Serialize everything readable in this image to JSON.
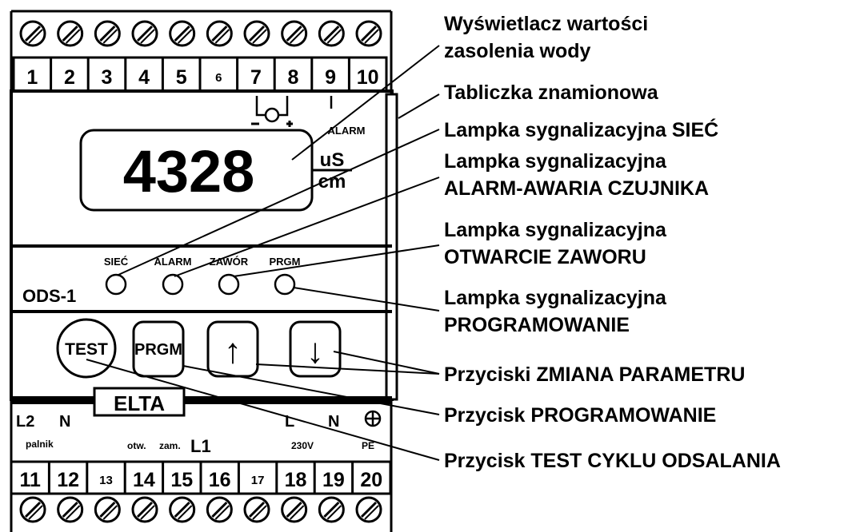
{
  "device": {
    "top_terminals": [
      "1",
      "2",
      "3",
      "4",
      "5",
      "6",
      "7",
      "8",
      "9",
      "10"
    ],
    "bottom_terminals": [
      "11",
      "12",
      "13",
      "14",
      "15",
      "16",
      "17",
      "18",
      "19",
      "20"
    ],
    "display_value": "4328",
    "unit_top": "uS",
    "unit_bottom": "cm",
    "alarm_top_label": "ALARM",
    "model": "ODS-1",
    "led_labels": [
      "SIEĆ",
      "ALARM",
      "ZAWÓR",
      "PRGM"
    ],
    "buttons": {
      "test": "TEST",
      "prgm": "PRGM",
      "up": "↑",
      "down": "↓"
    },
    "brand": "ELTA",
    "bottom_labels": {
      "l2": "L2",
      "n_left": "N",
      "palnik": "palnik",
      "otw": "otw.",
      "zam": "zam.",
      "l1": "L1",
      "l": "L",
      "n_right": "N",
      "v230": "230V",
      "pe": "PE"
    }
  },
  "callouts": [
    {
      "lines": [
        "Wyświetlacz wartości",
        "zasolenia wody"
      ]
    },
    {
      "lines": [
        "Tabliczka znamionowa"
      ]
    },
    {
      "lines": [
        "Lampka sygnalizacyjna SIEĆ"
      ]
    },
    {
      "lines": [
        "Lampka sygnalizacyjna",
        "ALARM-AWARIA CZUJNIKA"
      ]
    },
    {
      "lines": [
        "Lampka sygnalizacyjna",
        "OTWARCIE ZAWORU"
      ]
    },
    {
      "lines": [
        "Lampka sygnalizacyjna",
        "PROGRAMOWANIE"
      ]
    },
    {
      "lines": [
        "Przyciski ZMIANA PARAMETRU"
      ]
    },
    {
      "lines": [
        "Przycisk PROGRAMOWANIE"
      ]
    },
    {
      "lines": [
        "Przycisk TEST CYKLU ODSALANIA"
      ]
    }
  ]
}
